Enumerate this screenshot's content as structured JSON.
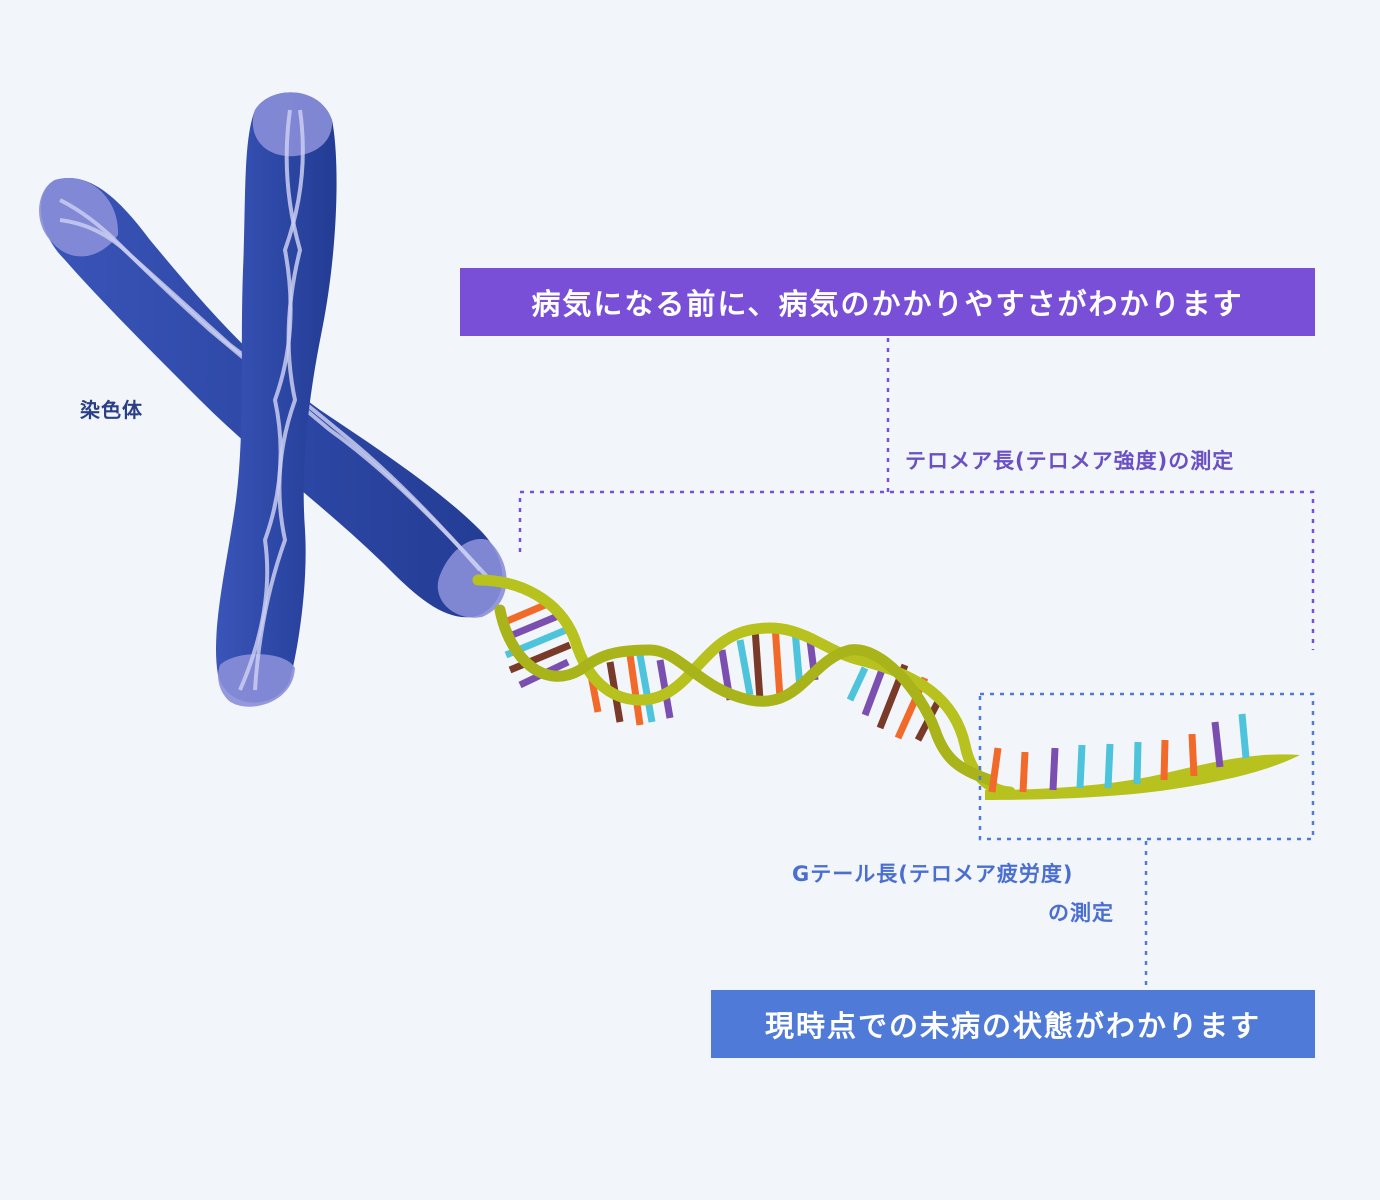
{
  "labels": {
    "chromosome": "染色体",
    "telomere_length": "テロメア長(テロメア強度)の測定",
    "gtail_line1": "Gテール長(テロメア疲労度)",
    "gtail_line2": "の測定"
  },
  "boxes": {
    "purple": "病気になる前に、病気のかかりやすさがわかります",
    "blue": "現時点での未病の状態がわかります"
  },
  "colors": {
    "background": "#f2f6fa",
    "purple": "#7a4fd8",
    "blue": "#4f7ad8",
    "chromosome": "#2f4aa8",
    "chromosome_cap": "#8a8ed8",
    "dna_strand": "#b7c21e",
    "base_orange": "#f26a2a",
    "base_purple": "#7b4fb0",
    "base_cyan": "#4ec4dc",
    "base_brown": "#7a3a2a"
  }
}
